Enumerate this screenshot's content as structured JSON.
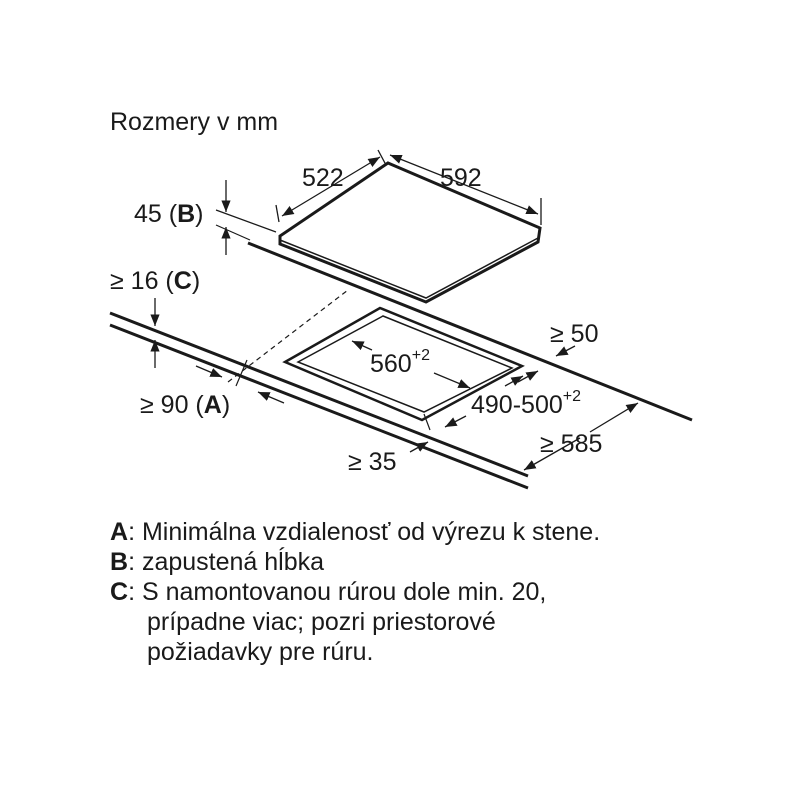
{
  "header": {
    "title": "Rozmery v mm"
  },
  "dimensions": {
    "width_depth": "522",
    "width_length": "592",
    "depth_b_value": "45 (",
    "depth_b_key": "B",
    "depth_b_close": ")",
    "gap_c_value": "≥ 16 (",
    "gap_c_key": "C",
    "gap_c_close": ")",
    "cutout_width": "560",
    "cutout_width_tol": "+2",
    "cutout_depth": "490-500",
    "cutout_depth_tol": "+2",
    "min_rear": "≥ 50",
    "min_wall_value": "≥ 90 (",
    "min_wall_key": "A",
    "min_wall_close": ")",
    "min_side": "≥ 585",
    "min_front": "≥ 35"
  },
  "legend": {
    "a_key": "A",
    "a_text": ": Minimálna vzdialenosť od výrezu k stene.",
    "b_key": "B",
    "b_text": ": zapustená hĺbka",
    "c_key": "C",
    "c_text": ": S namontovanou rúrou dole min. 20,",
    "c_text_2": "prípadne viac; pozri priestorové",
    "c_text_3": "požiadavky pre rúru."
  }
}
